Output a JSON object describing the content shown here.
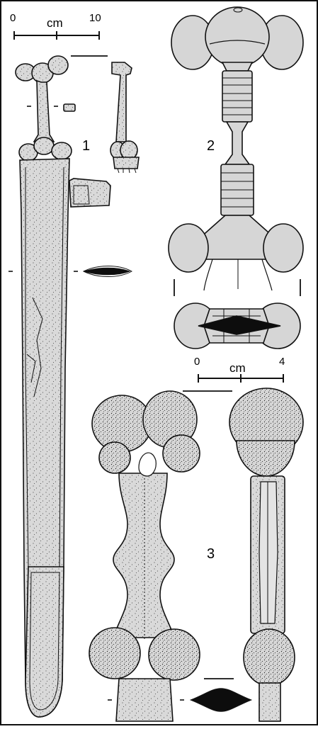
{
  "scale_bar_1": {
    "start": "0",
    "unit": "cm",
    "end": "10"
  },
  "scale_bar_2": {
    "start": "0",
    "unit": "cm",
    "end": "4"
  },
  "figure_numbers": {
    "fig1": "1",
    "fig2": "2",
    "fig3": "3"
  },
  "section_marks": {
    "dash": "-"
  },
  "colors": {
    "fill": "#d8d8d8",
    "ink": "#111111",
    "section_fill": "#0d0d0d",
    "background": "#ffffff"
  }
}
